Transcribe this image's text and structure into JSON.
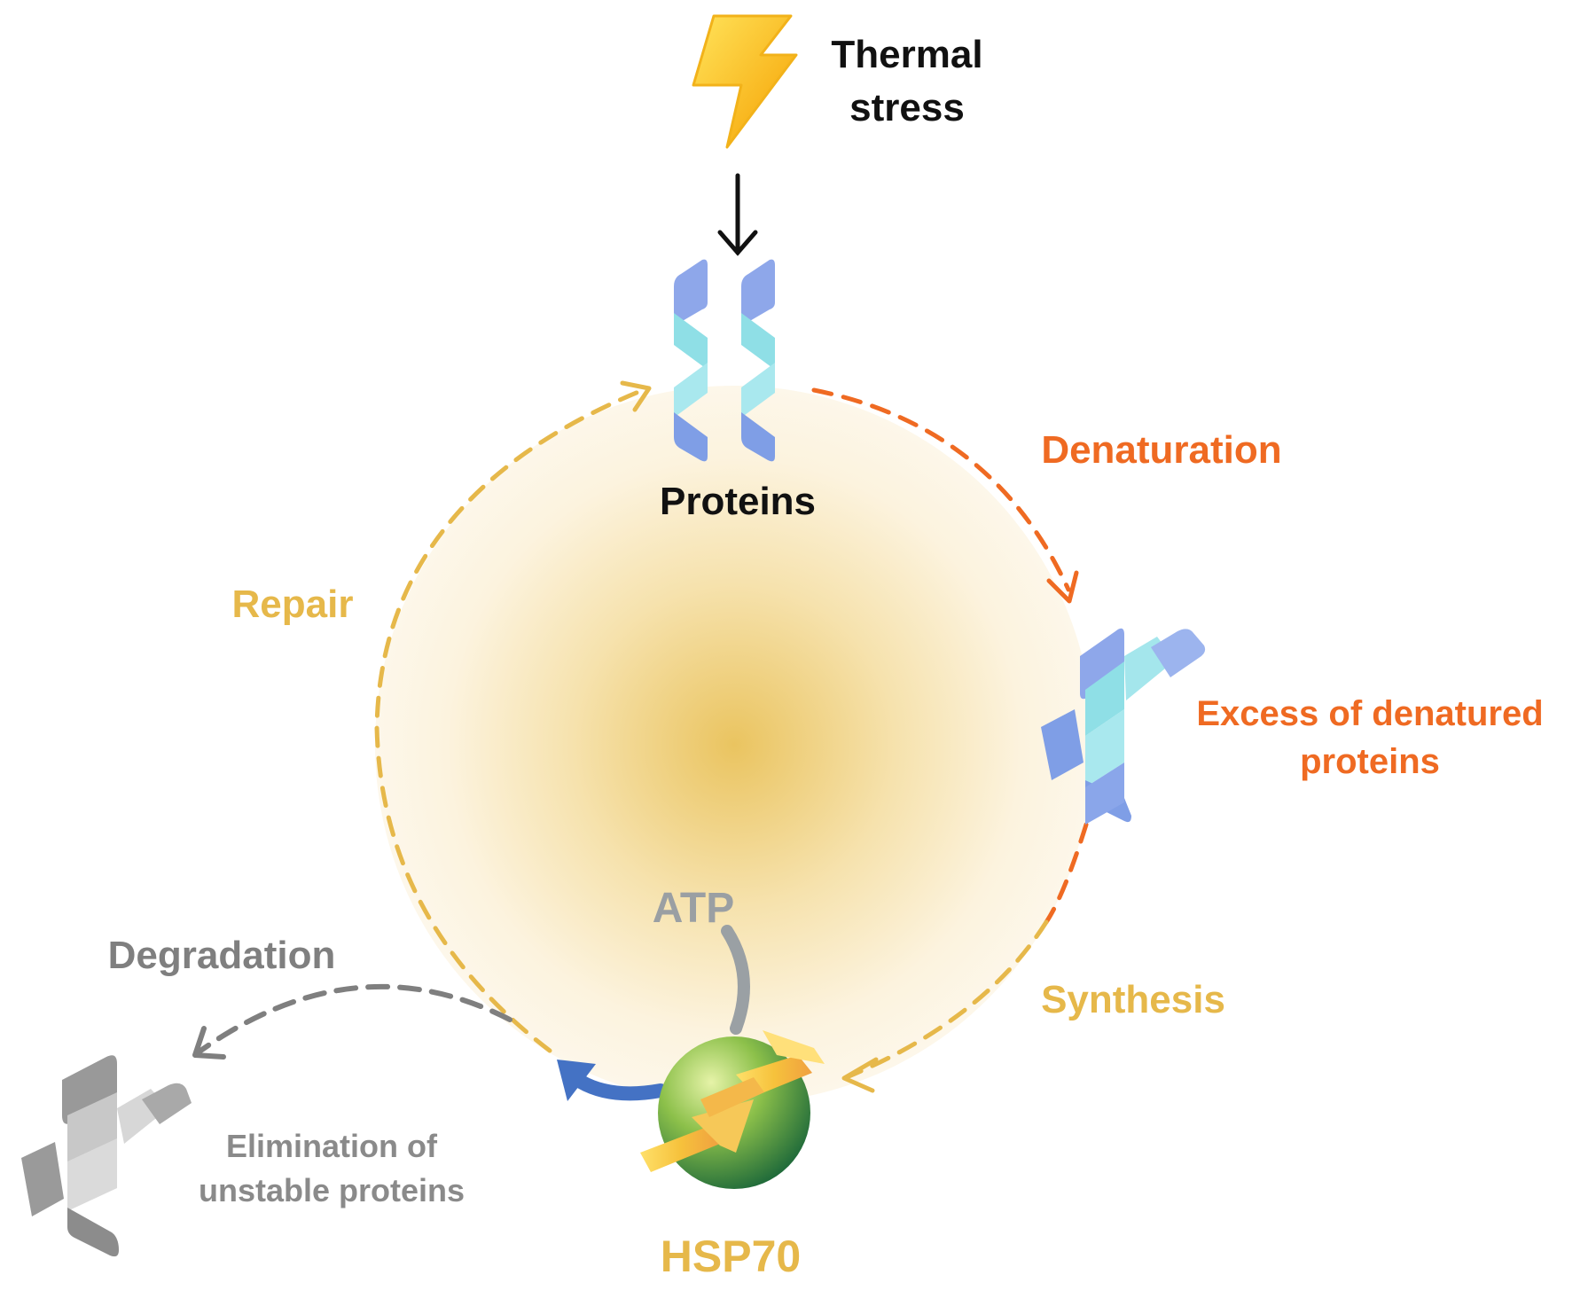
{
  "labels": {
    "thermal_stress": [
      "Thermal",
      "stress"
    ],
    "proteins": "Proteins",
    "denaturation": "Denaturation",
    "excess": [
      "Excess of denatured",
      "proteins"
    ],
    "repair": "Repair",
    "synthesis": "Synthesis",
    "atp": "ATP",
    "degradation": "Degradation",
    "elimination": [
      "Elimination of",
      "unstable proteins"
    ],
    "hsp70": "HSP70"
  },
  "colors": {
    "black": "#111111",
    "orange": "#ef6a22",
    "yellow": "#e6b84a",
    "gray": "#7f7f7f",
    "atp_gray": "#9a9fa3",
    "blue_arrow": "#4472c4",
    "helix_blue": "#7f9ee6",
    "helix_cyan": "#8fdfe6",
    "lightning_start": "#ffd84a",
    "lightning_end": "#f5a300",
    "hsp_helix": "#f4c94a",
    "hsp_ball_light": "#c8e68a",
    "hsp_ball_dark": "#2e7a3a"
  },
  "icons": {
    "stress": "lightning-icon",
    "native": "protein-helix-icon",
    "denatured": "denatured-protein-icon",
    "unstable": "unstable-protein-icon",
    "chaperone": "hsp70-chaperone-icon"
  }
}
